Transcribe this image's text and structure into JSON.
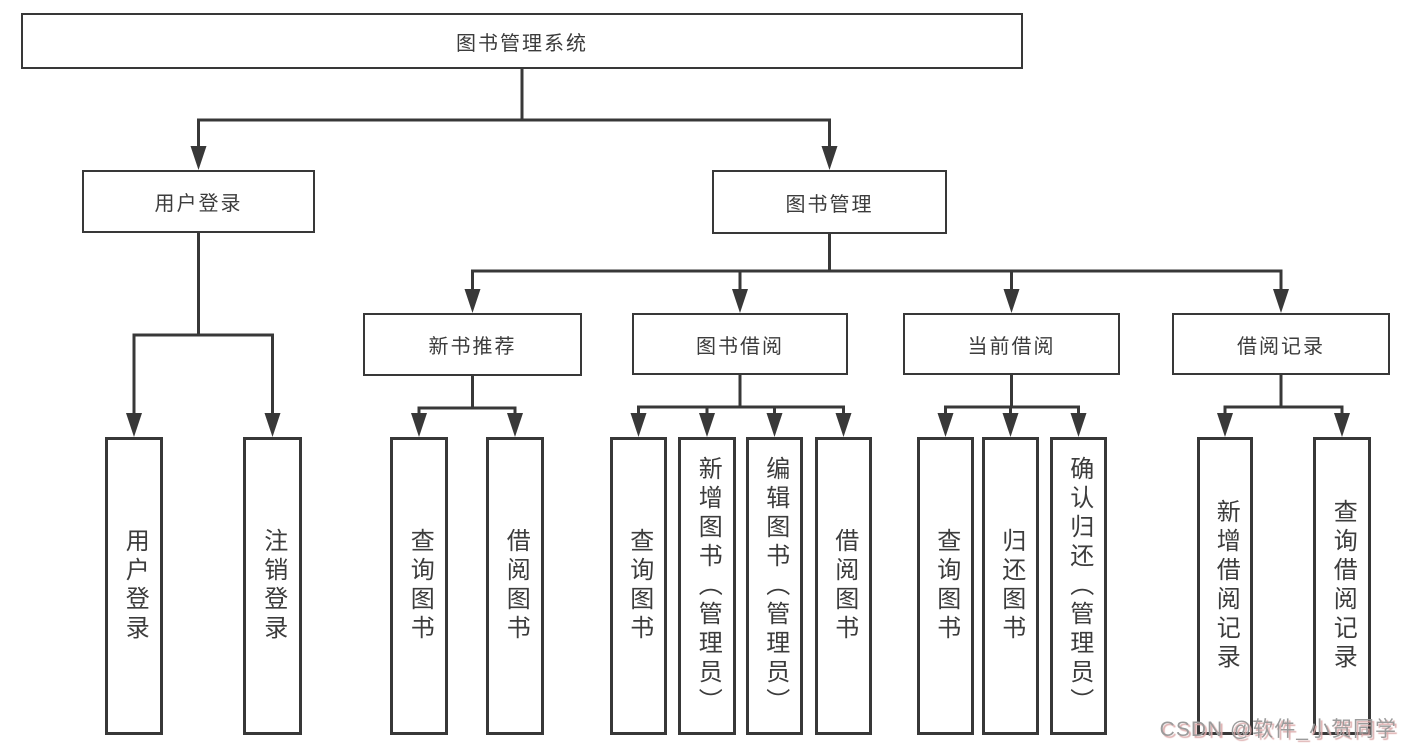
{
  "tree": {
    "root": "图书管理系统",
    "branches": [
      {
        "label": "用户登录",
        "leaves": [
          "用户登录",
          "注销登录"
        ]
      },
      {
        "label": "图书管理",
        "children": [
          {
            "label": "新书推荐",
            "leaves": [
              "查询图书",
              "借阅图书"
            ]
          },
          {
            "label": "图书借阅",
            "leaves": [
              "查询图书",
              "新增图书（管理员）",
              "编辑图书（管理员）",
              "借阅图书"
            ]
          },
          {
            "label": "当前借阅",
            "leaves": [
              "查询图书",
              "归还图书",
              "确认归还（管理员）"
            ]
          },
          {
            "label": "借阅记录",
            "leaves": [
              "新增借阅记录",
              "查询借阅记录"
            ]
          }
        ]
      }
    ]
  },
  "watermark": "CSDN @软件_小贺同学",
  "colors": {
    "line": "#383838",
    "box_border": "#383838",
    "box_fill": "#ffffff",
    "text": "#3c3c3c",
    "background": "#ffffff",
    "watermark_text": "#9b9b9b",
    "watermark_shadow": "#ddadad"
  }
}
